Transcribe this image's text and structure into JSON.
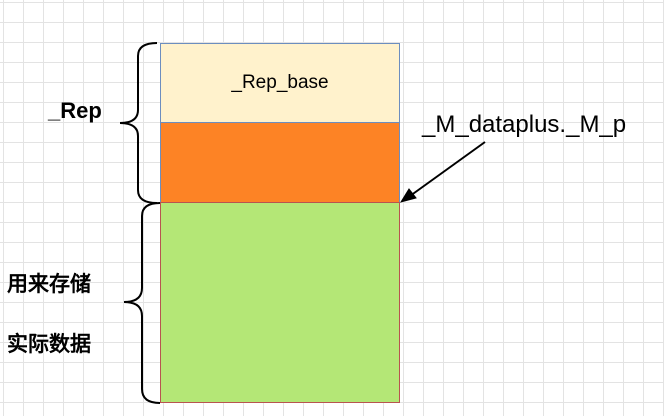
{
  "diagram": {
    "blocks": {
      "rep_base": "_Rep_base"
    },
    "labels": {
      "rep": "_Rep",
      "pointer": "_M_dataplus._M_p",
      "storage_line1": "用来存储",
      "storage_line2": "实际数据"
    },
    "colors": {
      "rep_base_fill": "#fff2cc",
      "middle_fill": "#fd8325",
      "storage_fill": "#b4e776",
      "top_border": "#6c8ebf",
      "bottom_border": "#b85450"
    }
  }
}
